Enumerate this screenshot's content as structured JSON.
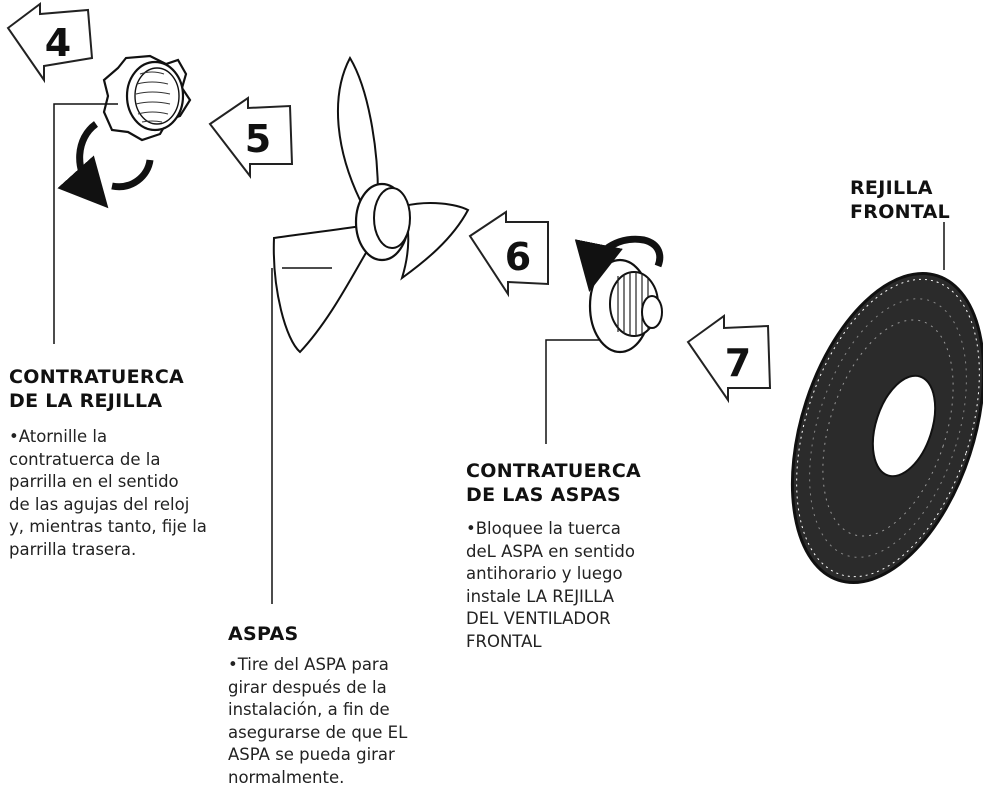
{
  "steps": [
    "4",
    "5",
    "6",
    "7"
  ],
  "parts": {
    "locknut_grille": {
      "title": [
        "CONTRATUERCA",
        "DE LA REJILLA"
      ],
      "desc": [
        "•Atornille la",
        "contratuerca de la",
        "parrilla en el sentido",
        "de las agujas del reloj",
        "y, mientras tanto, fije la",
        "parrilla trasera."
      ]
    },
    "blades": {
      "title": [
        "ASPAS"
      ],
      "desc": [
        "•Tire del ASPA para",
        "girar después de la",
        "instalación, a fin de",
        "asegurarse de que EL",
        "ASPA se pueda girar",
        "normalmente."
      ]
    },
    "locknut_blades": {
      "title": [
        "CONTRATUERCA",
        "DE LAS ASPAS"
      ],
      "desc": [
        "•Bloquee la tuerca",
        "deL ASPA en sentido",
        "antihorario y luego",
        "instale LA REJILLA",
        "DEL VENTILADOR",
        "FRONTAL"
      ]
    },
    "front_grille": {
      "title": [
        "REJILLA",
        "FRONTAL"
      ]
    }
  }
}
